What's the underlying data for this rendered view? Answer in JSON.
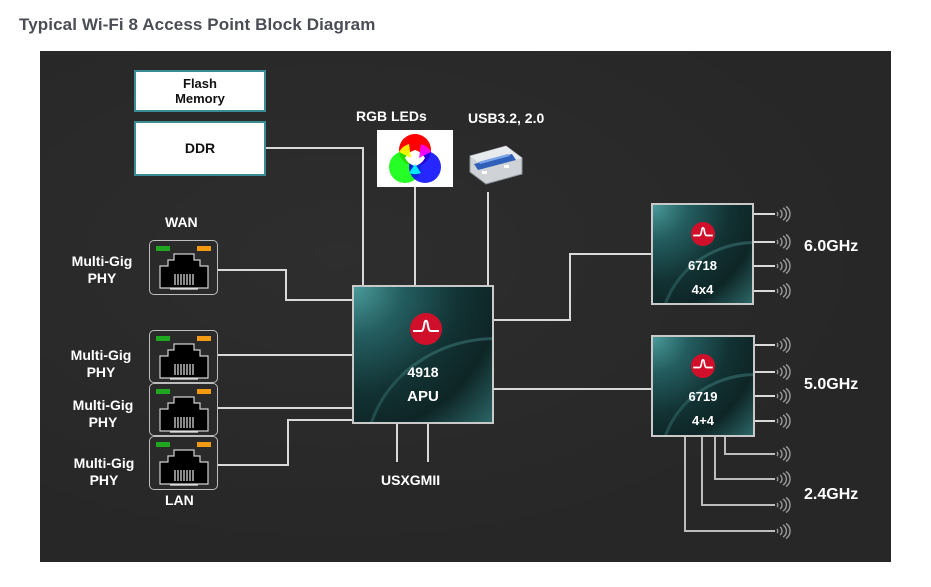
{
  "title": "Typical Wi-Fi 8 Access Point Block Diagram",
  "memory": {
    "flash_line1": "Flash",
    "flash_line2": "Memory",
    "ddr": "DDR"
  },
  "peripherals": {
    "rgb_label": "RGB LEDs",
    "usb_label": "USB3.2, 2.0",
    "rgb_icon": "rgb-led-circles",
    "usb_icon": "usb-port"
  },
  "ethernet": {
    "wan_label": "WAN",
    "lan_label": "LAN",
    "ports": [
      {
        "role": "WAN",
        "line1": "Multi-Gig",
        "line2": "PHY"
      },
      {
        "role": "LAN",
        "line1": "Multi-Gig",
        "line2": "PHY"
      },
      {
        "role": "LAN",
        "line1": "Multi-Gig",
        "line2": "PHY"
      },
      {
        "role": "LAN",
        "line1": "Multi-Gig",
        "line2": "PHY"
      }
    ],
    "port_icon": "rj45-port",
    "led_colors": {
      "link": "#1fa81f",
      "activity": "#f29b12"
    }
  },
  "apu": {
    "model": "4918",
    "type": "APU",
    "interface_label": "USXGMII"
  },
  "radios": [
    {
      "model": "6718",
      "config": "4x4",
      "band": "6.0GHz",
      "antennas": 4
    },
    {
      "model": "6719",
      "config": "4+4",
      "band": "5.0GHz",
      "antennas": 4,
      "secondary_band": "2.4GHz",
      "secondary_antennas": 4
    }
  ],
  "colors": {
    "panel": "#272727",
    "wire": "#d9d9d9",
    "memory_border": "#3a8d95",
    "logo_red": "#d0102a",
    "title": "#4a4d55"
  }
}
